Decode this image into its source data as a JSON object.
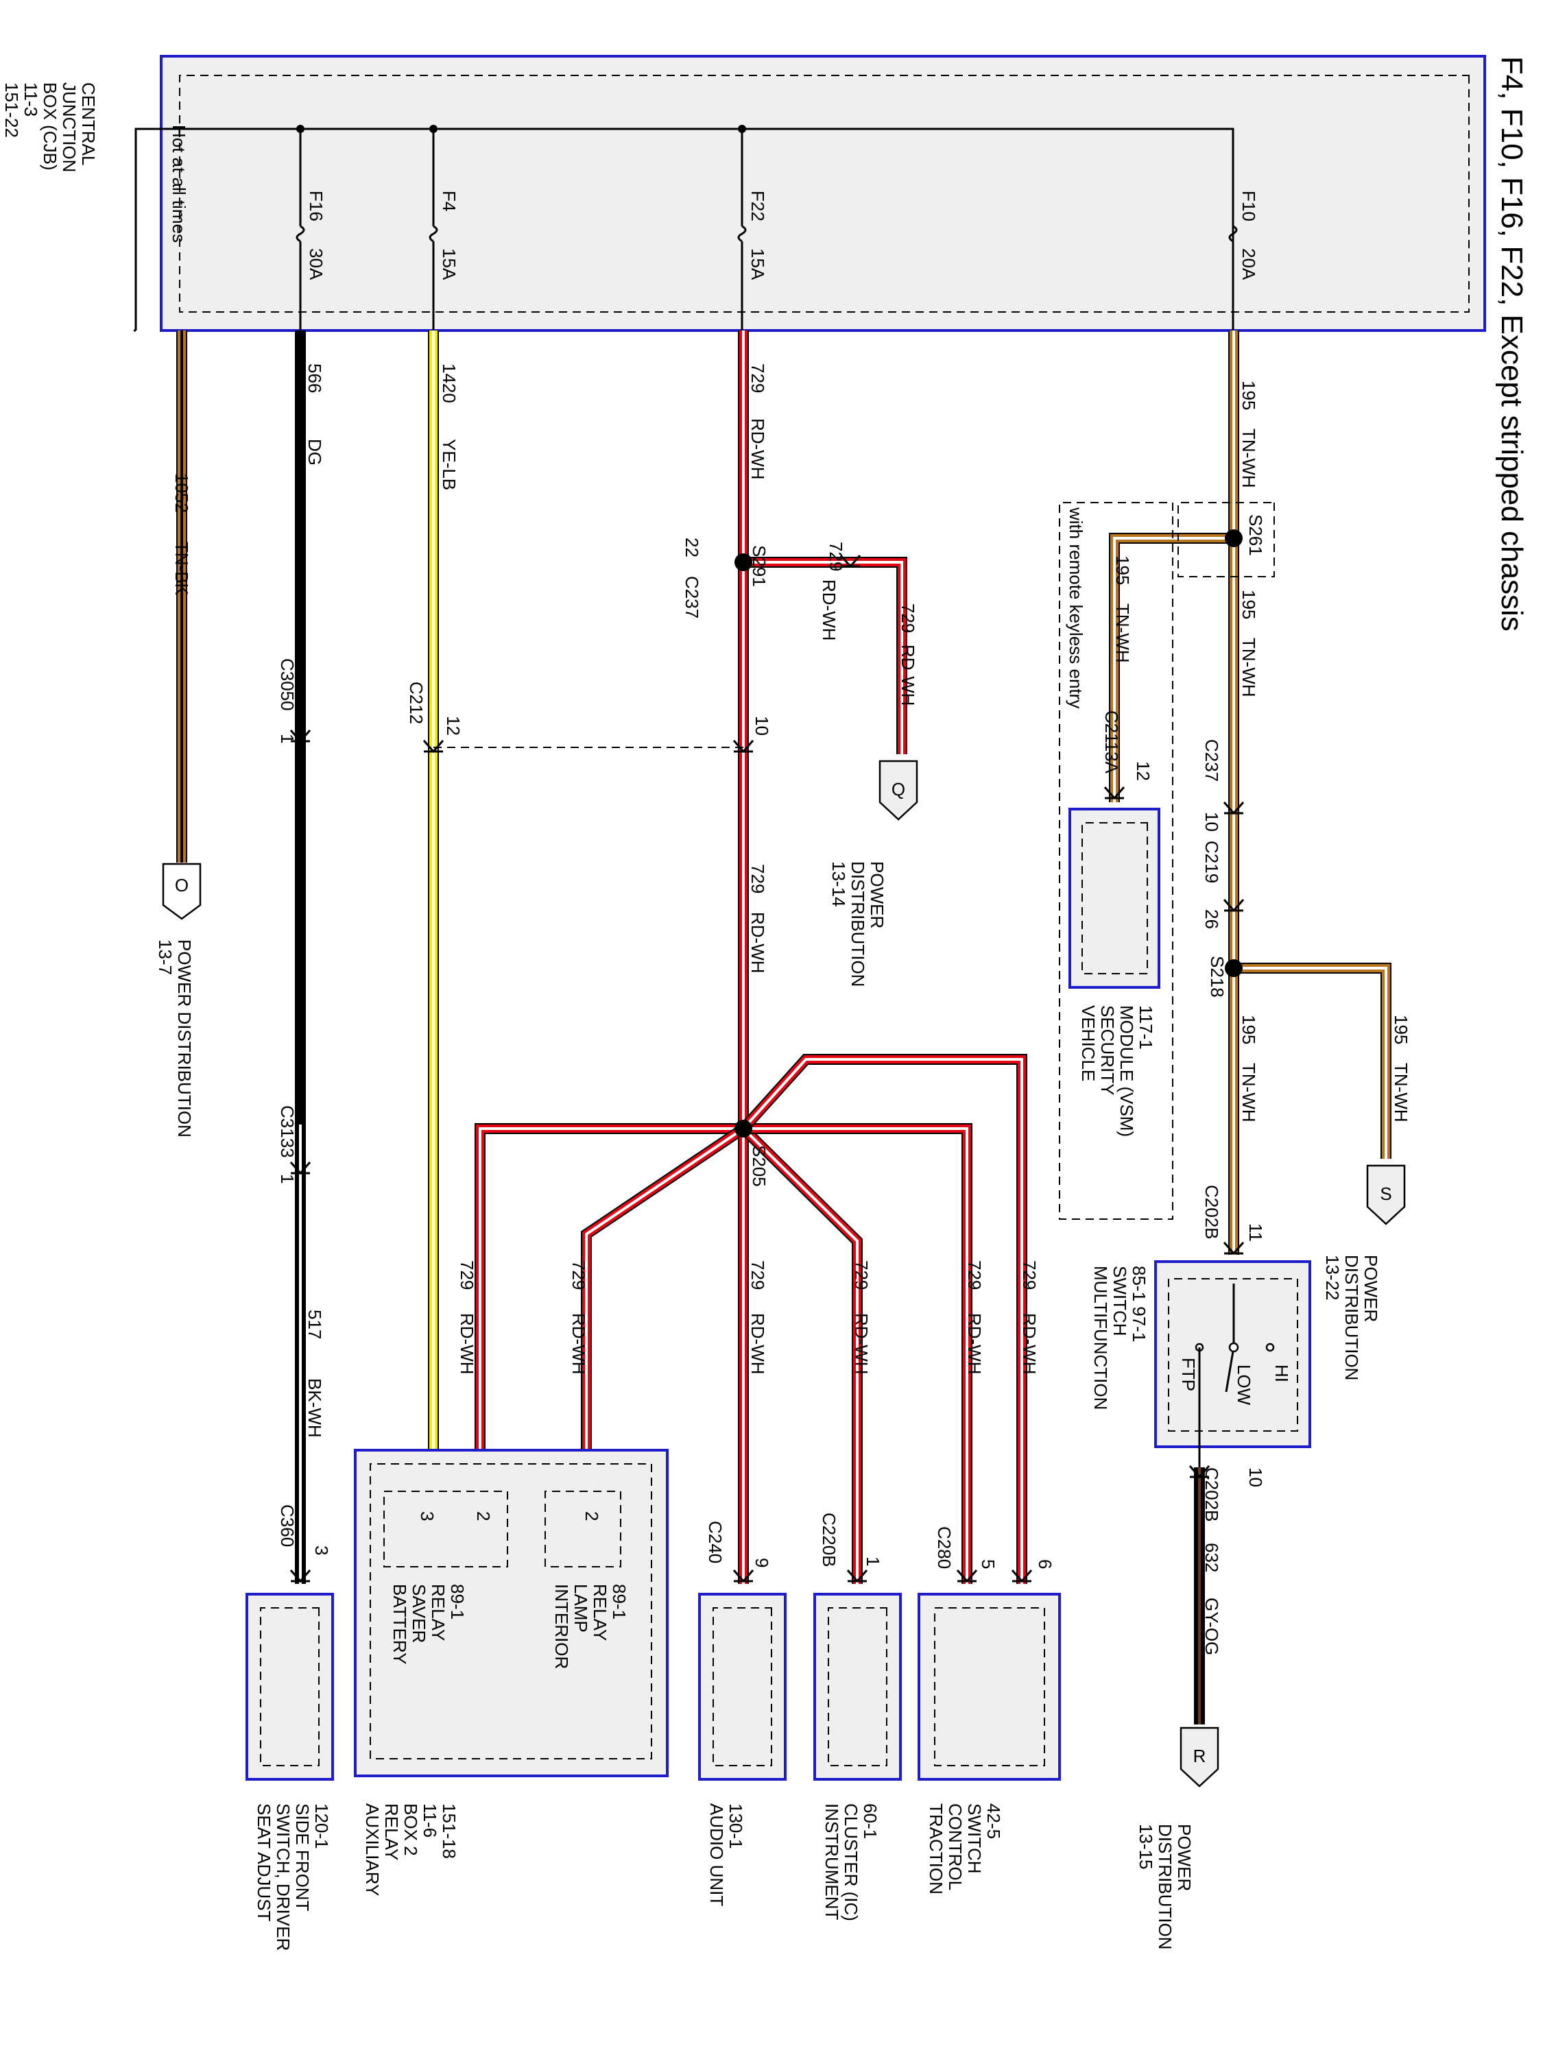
{
  "title": "F4, F10, F16, F22, Except stripped chassis",
  "colors": {
    "box_border": "#1d1dc9",
    "box_fill": "#efefef",
    "RD-WH": [
      "#e30613",
      "#ffffff"
    ],
    "TN-WH": [
      "#b9751e",
      "#ffffff"
    ],
    "TN-BK": [
      "#b9751e",
      "#000000"
    ],
    "YE-LB": [
      "#f2ef00",
      "#ffffff"
    ],
    "DG": [
      "#000000",
      "#000000"
    ],
    "BK-WH": [
      "#000000",
      "#ffffff"
    ],
    "GY-OG": [
      "#000000",
      "#6a3a1a"
    ]
  },
  "cjb": {
    "name": [
      "CENTRAL",
      "JUNCTION",
      "BOX (CJB)",
      "11-3",
      "151-22"
    ],
    "hot": "Hot at all times",
    "fuses": [
      {
        "id": "F16",
        "amps": "30A"
      },
      {
        "id": "F4",
        "amps": "15A"
      },
      {
        "id": "F22",
        "amps": "15A"
      },
      {
        "id": "F10",
        "amps": "20A"
      }
    ]
  },
  "wires": {
    "w1052": {
      "circuit": "1052",
      "color": "TN-BK"
    },
    "w566": {
      "circuit": "566",
      "color": "DG"
    },
    "w1420": {
      "circuit": "1420",
      "color": "YE-LB"
    },
    "w729_top": {
      "circuit": "729",
      "color": "RD-WH"
    },
    "w729_branch": {
      "circuit": "729",
      "color": "RD-WH"
    },
    "w729_q": {
      "circuit": "729",
      "color": "RD-WH"
    },
    "w729_mid": {
      "circuit": "729",
      "color": "RD-WH"
    },
    "w195_top": {
      "circuit": "195",
      "color": "TN-WH"
    },
    "w195_vsm": {
      "circuit": "195",
      "color": "TN-WH"
    },
    "w195_mid": {
      "circuit": "195",
      "color": "TN-WH"
    },
    "w195_low": {
      "circuit": "195",
      "color": "TN-WH"
    },
    "w195_s": {
      "circuit": "195",
      "color": "TN-WH"
    },
    "w517": {
      "circuit": "517",
      "color": "BK-WH"
    },
    "w632": {
      "circuit": "632",
      "color": "GY-OG"
    },
    "w729_b1": {
      "circuit": "729",
      "color": "RD-WH"
    },
    "w729_b2": {
      "circuit": "729",
      "color": "RD-WH"
    },
    "w729_b3": {
      "circuit": "729",
      "color": "RD-WH"
    },
    "w729_b4": {
      "circuit": "729",
      "color": "RD-WH"
    },
    "w729_b5": {
      "circuit": "729",
      "color": "RD-WH"
    },
    "w729_b6": {
      "circuit": "729",
      "color": "RD-WH"
    }
  },
  "splices": {
    "s291": "S291",
    "s205": "S205",
    "s261": "S261",
    "s218": "S218"
  },
  "connectors": {
    "c3050": "C3050",
    "c3050_pin": "1",
    "c3133": "C3133",
    "c3133_pin": "1",
    "c212": "C212",
    "c212_pin": "12",
    "c237a": "C237",
    "c237a_pin": "22",
    "pin10": "10",
    "c2113a": "C2113A",
    "c2113a_pin": "12",
    "c237b": "C237",
    "c237b_pin": "10",
    "c219": "C219",
    "c219_pin": "26",
    "c202b_top": "C202B",
    "c202b_top_pin": "11",
    "c202b_bot": "C202B",
    "c202b_bot_pin": "10",
    "c360": "C360",
    "c360_pin": "3",
    "c240": "C240",
    "c240_pin": "9",
    "c220b": "C220B",
    "c220b_pin": "1",
    "c280": "C280",
    "c280_pin_a": "5",
    "c280_pin_b": "6"
  },
  "offpage": {
    "o": {
      "letter": "O",
      "label": [
        "POWER DISTRIBUTION",
        "13-7"
      ]
    },
    "q": {
      "letter": "Q",
      "label": [
        "POWER",
        "DISTRIBUTION",
        "13-14"
      ]
    },
    "s": {
      "letter": "S",
      "label": [
        "POWER",
        "DISTRIBUTION",
        "13-22"
      ]
    },
    "r": {
      "letter": "R",
      "label": [
        "POWER",
        "DISTRIBUTION",
        "13-15"
      ]
    }
  },
  "modules": {
    "vsm": [
      "VEHICLE",
      "SECURITY",
      "MODULE (VSM)",
      "117-1"
    ],
    "rke": "with remote keyless entry",
    "mfs": [
      "MULTIFUNCTION",
      "SWITCH",
      "85-1   97-1"
    ],
    "mfs_ftp": "FTP",
    "mfs_low": "LOW",
    "mfs_hi": "HI",
    "seat": [
      "SEAT ADJUST",
      "SWITCH, DRIVER",
      "SIDE FRONT",
      "120-1"
    ],
    "arb2": [
      "AUXILIARY",
      "RELAY",
      "BOX 2",
      "11-6",
      "151-18"
    ],
    "bsr": [
      "BATTERY",
      "SAVER",
      "RELAY",
      "89-1"
    ],
    "bsr_pin_a": "3",
    "bsr_pin_b": "2",
    "ilr": [
      "INTERIOR",
      "LAMP",
      "RELAY",
      "89-1"
    ],
    "ilr_pin": "2",
    "audio": [
      "AUDIO UNIT",
      "130-1"
    ],
    "ic": [
      "INSTRUMENT",
      "CLUSTER (IC)",
      "60-1"
    ],
    "tcs": [
      "TRACTION",
      "CONTROL",
      "SWITCH",
      "42-5"
    ]
  }
}
